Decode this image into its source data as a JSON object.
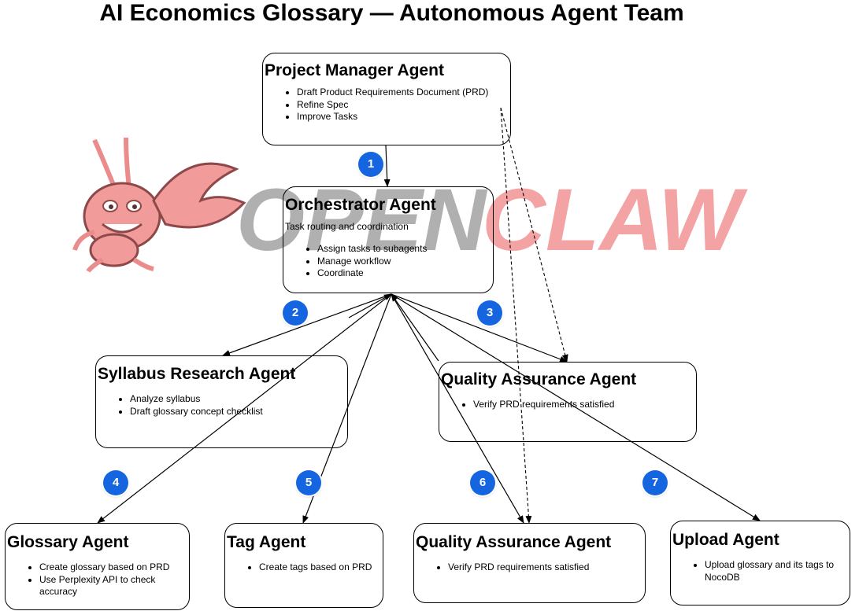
{
  "title": "AI Economics Glossary — Autonomous Agent Team",
  "watermark": {
    "word1": "OPEN",
    "word2": "CLAW",
    "colors": {
      "open": "#9a9a9a",
      "claw": "#ef8f8f",
      "lobster": "#f08a8a"
    }
  },
  "nodes": {
    "pm": {
      "title": "Project Manager Agent",
      "items": [
        "Draft Product Requirements Document (PRD)",
        "Refine Spec",
        "Improve Tasks"
      ]
    },
    "orch": {
      "title": "Orchestrator Agent",
      "subtitle": "Task routing and coordination",
      "items": [
        "Assign tasks to subagents",
        "Manage workflow",
        "Coordinate"
      ]
    },
    "syllabus": {
      "title": "Syllabus Research Agent",
      "items": [
        "Analyze syllabus",
        "Draft glossary concept checklist"
      ]
    },
    "qa1": {
      "title": "Quality Assurance Agent",
      "items": [
        "Verify PRD requirements satisfied"
      ]
    },
    "glossary": {
      "title": "Glossary Agent",
      "items": [
        "Create glossary based on PRD",
        "Use Perplexity API to check accuracy"
      ]
    },
    "tag": {
      "title": "Tag Agent",
      "items": [
        "Create tags based on PRD"
      ]
    },
    "qa2": {
      "title": "Quality Assurance Agent",
      "items": [
        "Verify PRD requirements satisfied"
      ]
    },
    "upload": {
      "title": "Upload Agent",
      "items": [
        "Upload glossary and its tags to NocoDB"
      ]
    }
  },
  "badges": [
    "1",
    "2",
    "3",
    "4",
    "5",
    "6",
    "7"
  ],
  "colors": {
    "badge": "#1565e0",
    "edge": "#000000"
  }
}
